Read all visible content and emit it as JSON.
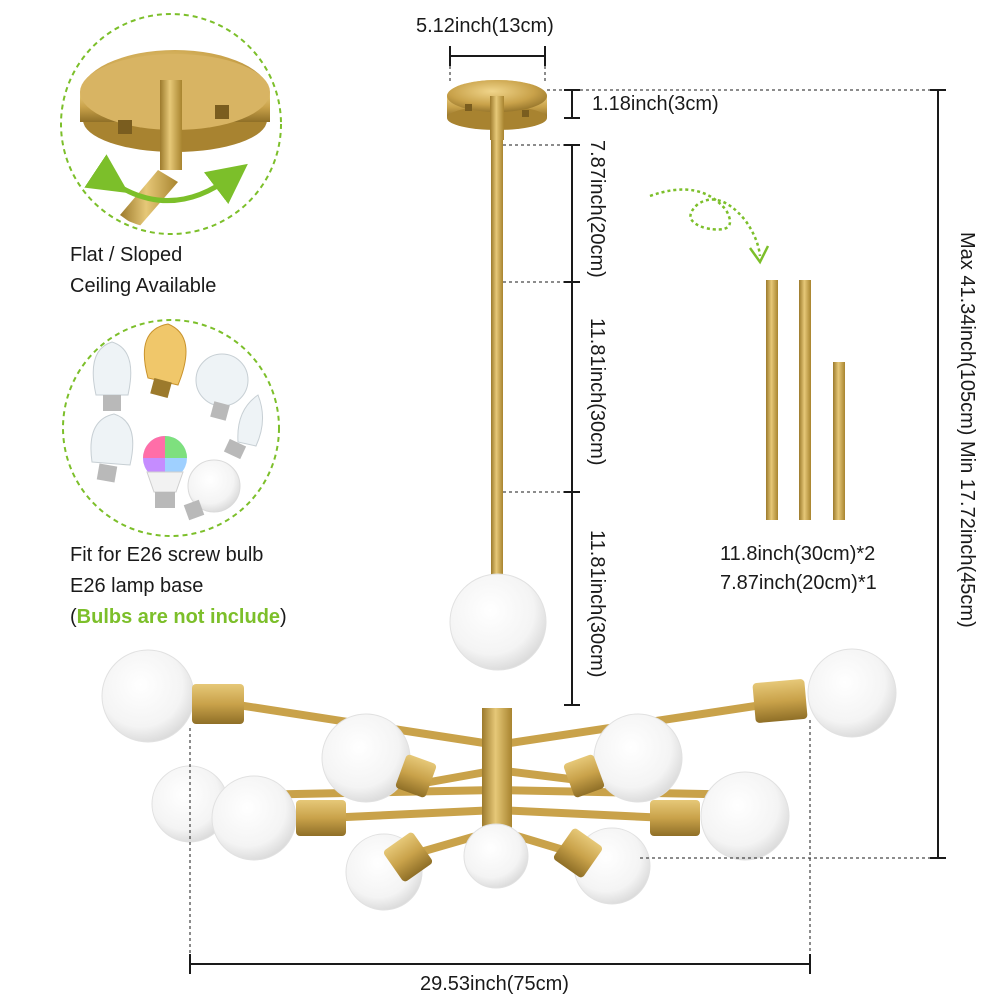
{
  "colors": {
    "brass": "#c9a24a",
    "brass_dark": "#9c7a2c",
    "brass_light": "#e6c878",
    "globe": "#f7f7f7",
    "accent_green": "#7cbf2a",
    "dimension_line": "#1a1a1a"
  },
  "callouts": {
    "mount": {
      "line1": "Flat / Sloped",
      "line2": "Ceiling Available"
    },
    "bulbs": {
      "line1": "Fit for E26 screw bulb",
      "line2": "E26 lamp base",
      "note_open": "(",
      "note_highlight": "Bulbs are not include",
      "note_close": ")"
    }
  },
  "dimensions": {
    "canopy_width": "5.12inch(13cm)",
    "canopy_height": "1.18inch(3cm)",
    "rod_1": "7.87inch(20cm)",
    "rod_2": "11.81inch(30cm)",
    "rod_3": "11.81inch(30cm)",
    "overall_height": "Max 41.34inch(105cm)  Min 17.72inch(45cm)",
    "overall_width": "29.53inch(75cm)"
  },
  "rods_included": {
    "line1": "11.8inch(30cm)*2",
    "line2": "7.87inch(20cm)*1"
  },
  "icons": [
    "swivel-arrow-icon",
    "curly-arrow-icon"
  ]
}
